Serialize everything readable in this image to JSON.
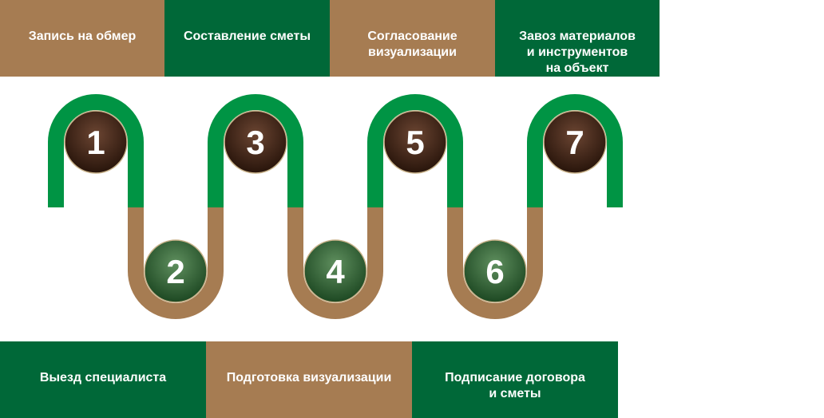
{
  "colors": {
    "tan": "#a67c52",
    "green": "#006838",
    "path_green": "#009444",
    "path_brown": "#a67c52",
    "odd_circle": "#3b2314",
    "even_circle": "#2e5e34"
  },
  "top_steps": [
    "Запись на обмер",
    "Составление сметы",
    "Согласование\nвизуализации",
    "Завоз материалов\nи инструментов\nна объект"
  ],
  "bottom_steps": [
    "Выезд специалиста",
    "Подготовка визуализации",
    "Подписание договора\nи сметы"
  ],
  "numbers": [
    "1",
    "2",
    "3",
    "4",
    "5",
    "6",
    "7"
  ]
}
